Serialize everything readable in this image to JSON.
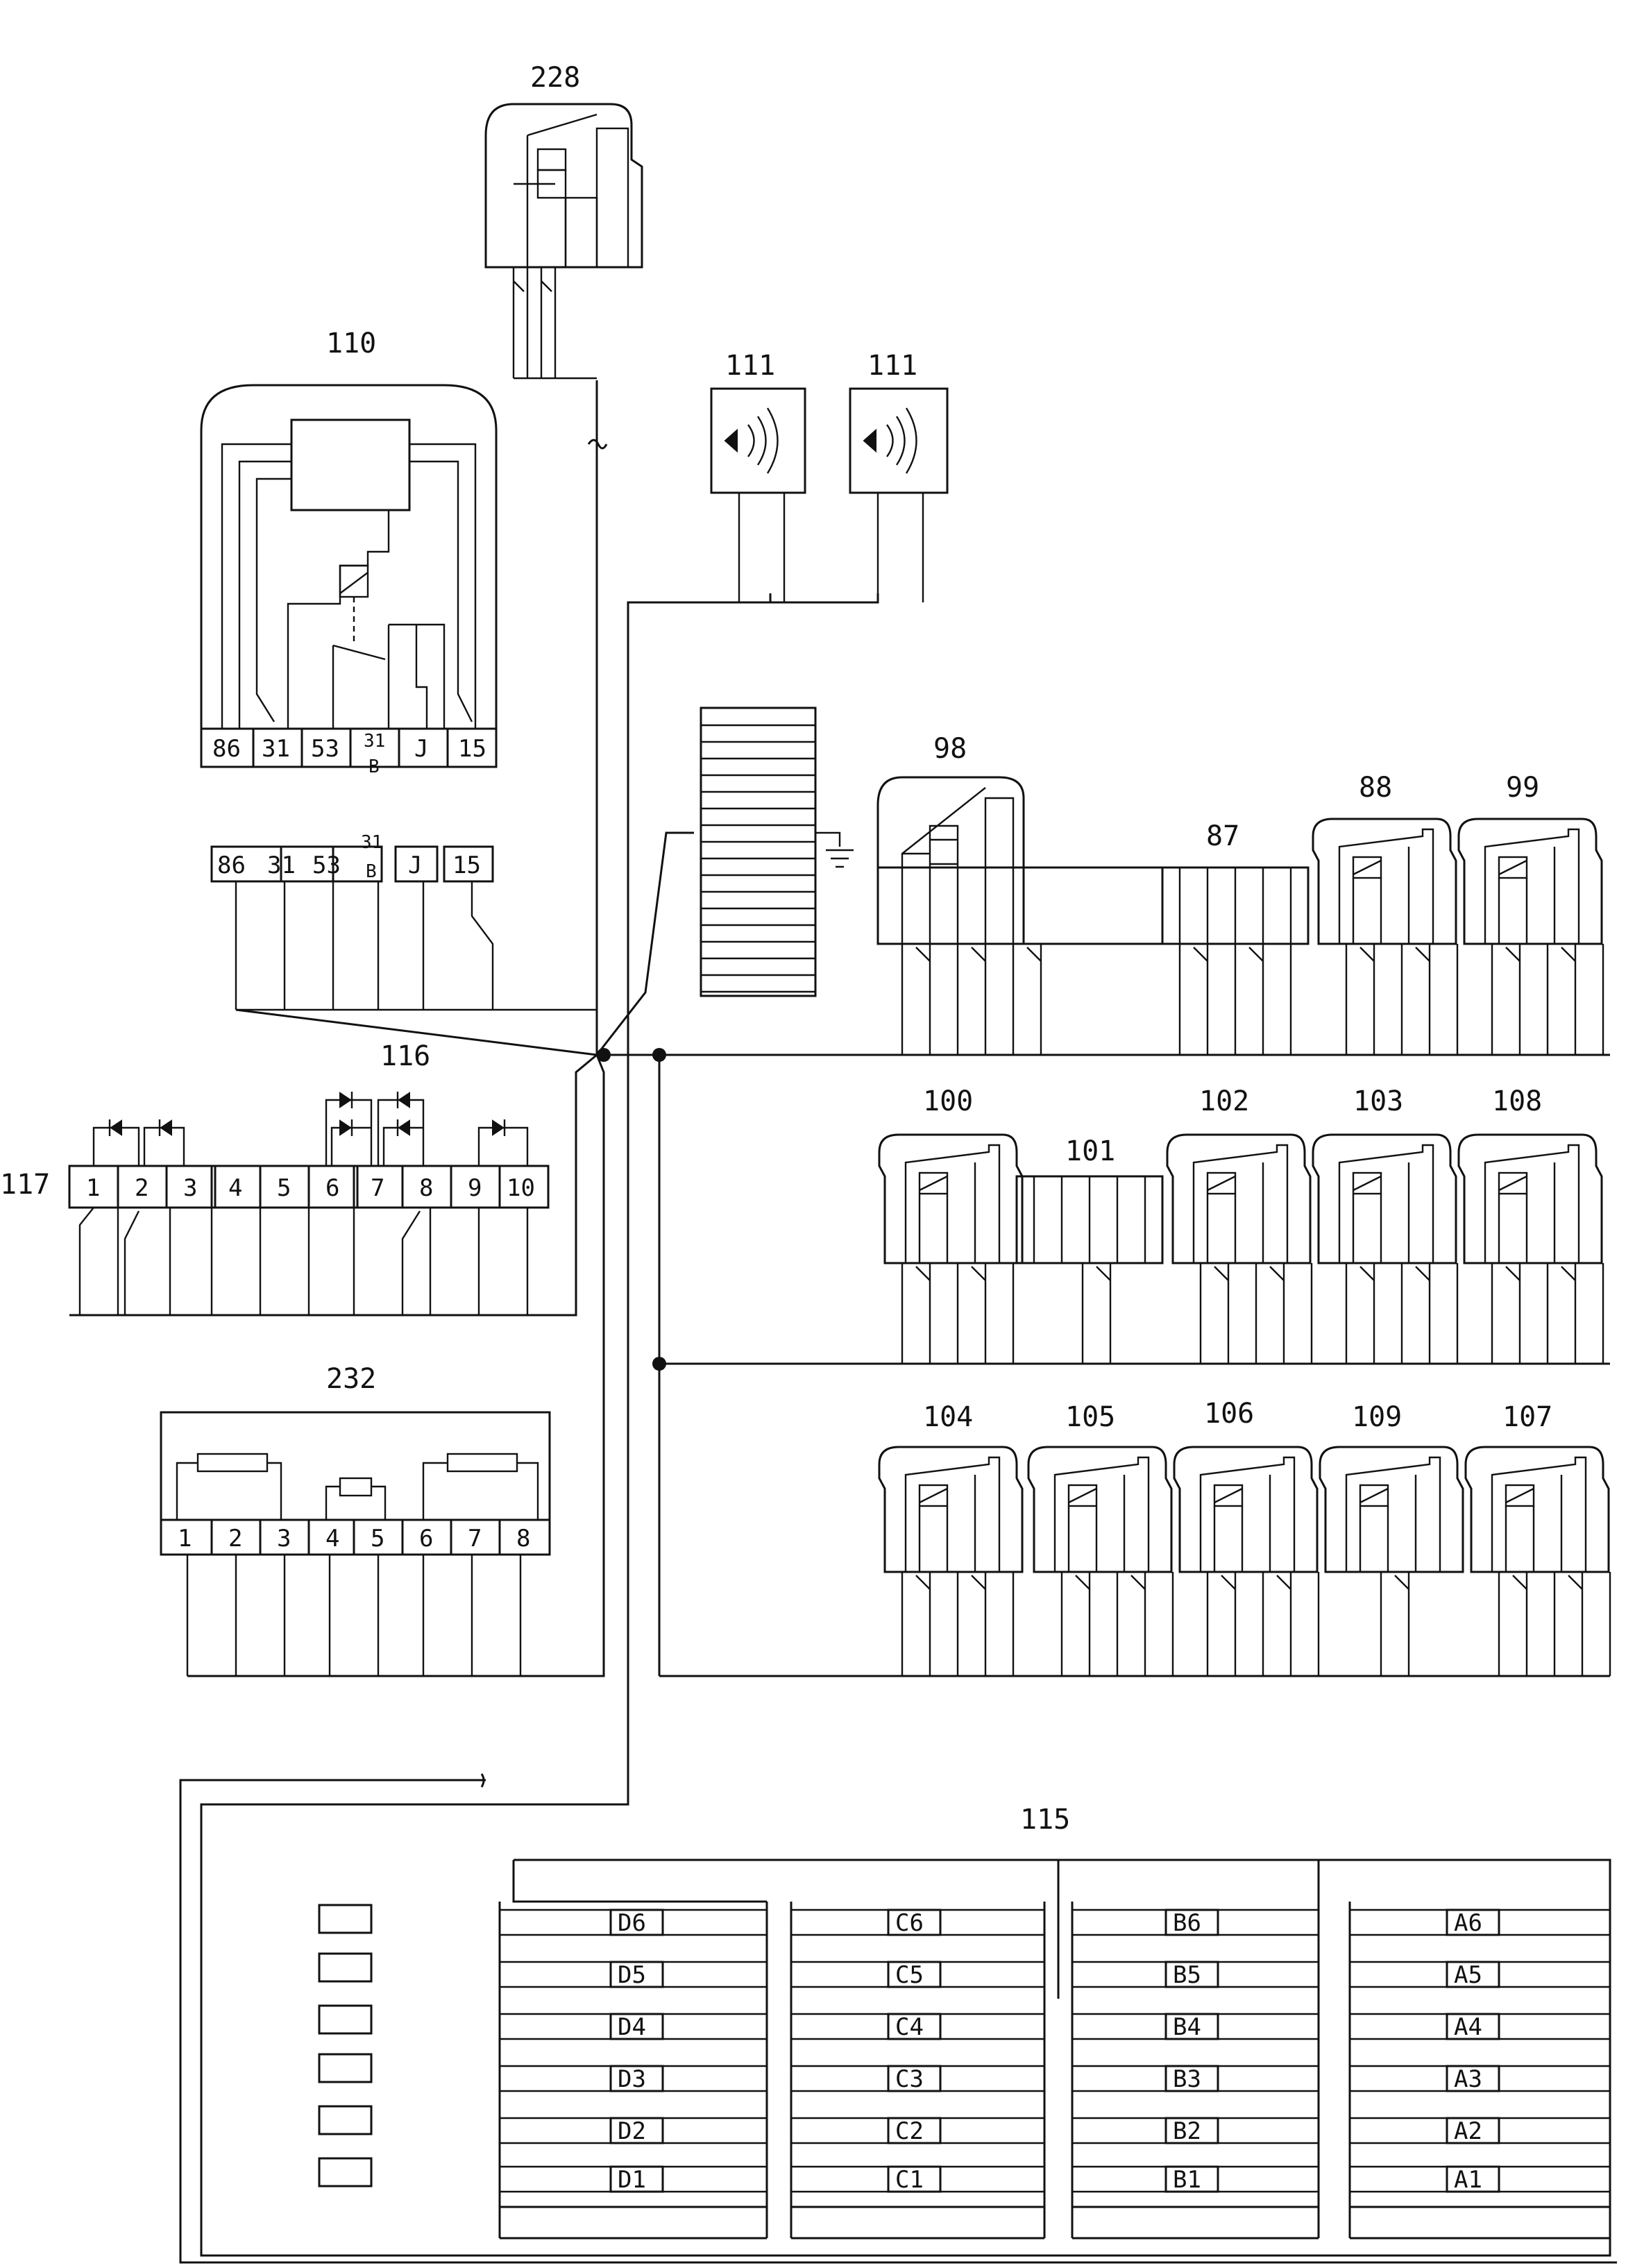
{
  "components": {
    "c228": "228",
    "c110": "110",
    "c111a": "111",
    "c111b": "111",
    "c98": "98",
    "c87": "87",
    "c88": "88",
    "c99": "99",
    "c100": "100",
    "c101": "101",
    "c102": "102",
    "c103": "103",
    "c108": "108",
    "c104": "104",
    "c105": "105",
    "c106": "106",
    "c109": "109",
    "c107": "107",
    "c116": "116",
    "c117": "117",
    "c232": "232",
    "c115": "115"
  },
  "relay110_pins": [
    "86",
    "31",
    "53",
    "31",
    "B",
    "J",
    "15"
  ],
  "connector_pins": [
    "86",
    "31",
    "53",
    "31",
    "B",
    "J",
    "15"
  ],
  "diode_block_pins": [
    "1",
    "2",
    "3",
    "4",
    "5",
    "6",
    "7",
    "8",
    "9",
    "10"
  ],
  "resistor_block_pins": [
    "1",
    "2",
    "3",
    "4",
    "5",
    "6",
    "7",
    "8"
  ],
  "fuse_box": {
    "col_d": [
      "D6",
      "D5",
      "D4",
      "D3",
      "D2",
      "D1"
    ],
    "col_c": [
      "C6",
      "C5",
      "C4",
      "C3",
      "C2",
      "C1"
    ],
    "col_b": [
      "B6",
      "B5",
      "B4",
      "B3",
      "B2",
      "B1"
    ],
    "col_a": [
      "A6",
      "A5",
      "A4",
      "A3",
      "A2",
      "A1"
    ]
  }
}
